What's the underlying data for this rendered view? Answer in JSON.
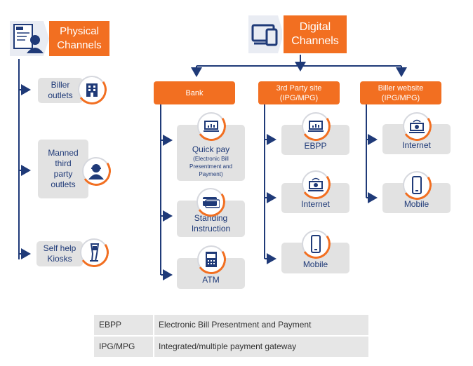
{
  "physical": {
    "title_line1": "Physical",
    "title_line2": "Channels",
    "items": [
      {
        "label": "Biller\noutlets"
      },
      {
        "label": "Manned\nthird\nparty\noutlets"
      },
      {
        "label": "Self help\nKiosks"
      }
    ]
  },
  "digital": {
    "title_line1": "Digital",
    "title_line2": "Channels",
    "bank": {
      "label": "Bank",
      "items": [
        {
          "label": "Quick pay",
          "sub": "(Electronic Bill\nPresentment and\nPayment)"
        },
        {
          "label": "Standing\nInstruction"
        },
        {
          "label": "ATM"
        }
      ]
    },
    "third_party": {
      "label": "3rd Party site\n(IPG/MPG)",
      "items": [
        {
          "label": "EBPP"
        },
        {
          "label": "Internet"
        },
        {
          "label": "Mobile"
        }
      ]
    },
    "biller": {
      "label": "Biller website\n(IPG/MPG)",
      "items": [
        {
          "label": "Internet"
        },
        {
          "label": "Mobile"
        }
      ]
    }
  },
  "legend": [
    {
      "abbr": "EBPP",
      "full": "Electronic Bill Presentment and Payment"
    },
    {
      "abbr": "IPG/MPG",
      "full": "Integrated/multiple payment gateway"
    }
  ],
  "colors": {
    "accent": "#f26f21",
    "navy": "#1f3a78",
    "card": "#e2e2e2"
  }
}
